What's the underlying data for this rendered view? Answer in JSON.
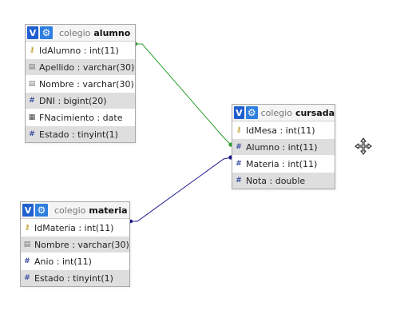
{
  "tables": {
    "alumno": {
      "db": "colegio",
      "name": "alumno",
      "fields": [
        {
          "label": "IdAlumno : int(11)",
          "icon": "key-icon",
          "glyph": "⚷"
        },
        {
          "label": "Apellido : varchar(30)",
          "icon": "text-field-icon",
          "glyph": "▤"
        },
        {
          "label": "Nombre : varchar(30)",
          "icon": "text-field-icon",
          "glyph": "▤"
        },
        {
          "label": "DNI : bigint(20)",
          "icon": "number-field-icon",
          "glyph": "#"
        },
        {
          "label": "FNacimiento : date",
          "icon": "date-field-icon",
          "glyph": "▦"
        },
        {
          "label": "Estado : tinyint(1)",
          "icon": "number-field-icon",
          "glyph": "#"
        }
      ]
    },
    "cursada": {
      "db": "colegio",
      "name": "cursada",
      "fields": [
        {
          "label": "IdMesa : int(11)",
          "icon": "key-icon",
          "glyph": "⚷"
        },
        {
          "label": "Alumno : int(11)",
          "icon": "number-field-icon",
          "glyph": "#"
        },
        {
          "label": "Materia : int(11)",
          "icon": "number-field-icon",
          "glyph": "#"
        },
        {
          "label": "Nota : double",
          "icon": "number-field-icon",
          "glyph": "#"
        }
      ]
    },
    "materia": {
      "db": "colegio",
      "name": "materia",
      "fields": [
        {
          "label": "IdMateria : int(11)",
          "icon": "key-icon",
          "glyph": "⚷"
        },
        {
          "label": "Nombre : varchar(30)",
          "icon": "text-field-icon",
          "glyph": "▤"
        },
        {
          "label": "Anio : int(11)",
          "icon": "number-field-icon",
          "glyph": "#"
        },
        {
          "label": "Estado : tinyint(1)",
          "icon": "number-field-icon",
          "glyph": "#"
        }
      ]
    }
  },
  "header_buttons": {
    "toggle_label": "V",
    "options_glyph": "⚙"
  },
  "relations": [
    {
      "from": "alumno.IdAlumno",
      "to": "cursada.Alumno",
      "color": "#2ca02c"
    },
    {
      "from": "materia.IdMateria",
      "to": "cursada.Materia",
      "color": "#1a1a8c"
    }
  ],
  "icons": {
    "move": "move-arrows-icon"
  }
}
